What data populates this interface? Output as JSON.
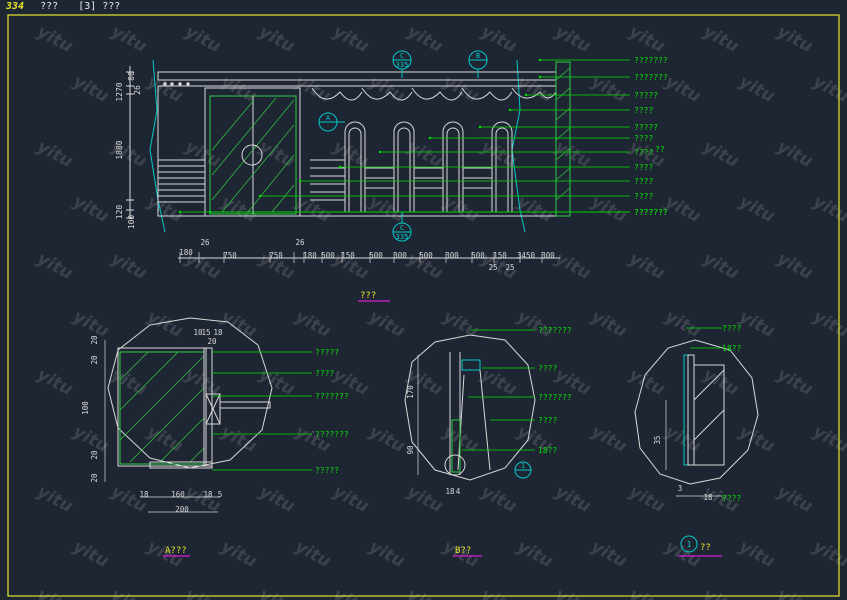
{
  "header": {
    "sheet_number": "334",
    "title": "???",
    "layout_tab": "[3] ???"
  },
  "watermark": "yitu",
  "colors": {
    "background": "#1f2633",
    "frame": "#e6e62a",
    "leader": "#00e000",
    "geometry": "#d8d8d8",
    "hatch": "#2ecc40",
    "dimension": "#00c8c8",
    "title_underline": "#d21dd2"
  },
  "elevation": {
    "leader_labels": [
      "???????",
      "???????",
      "?????",
      "????",
      "?????",
      "????",
      "????",
      "????",
      "????",
      "????",
      "???????",
      "???????"
    ],
    "extra_label": "??",
    "sections": {
      "top_c_letter": "C",
      "top_c_number": "335",
      "top_b_letter": "B",
      "mid_a_letter": "A",
      "bottom_c_letter": "C",
      "bottom_c_number": "335"
    },
    "left_dims": [
      "80",
      "1270",
      "26",
      "1880",
      "120",
      "100"
    ],
    "bottom_dims_row1": [
      "180",
      "26",
      "750",
      "750",
      "26",
      "180",
      "500",
      "150",
      "500",
      "300",
      "500",
      "300",
      "500",
      "150",
      "3450",
      "300"
    ],
    "bottom_dims_row2": [
      "25",
      "25"
    ],
    "title": "???"
  },
  "detail_a": {
    "labels": [
      "?????",
      "????",
      "???????",
      "???????",
      "?????"
    ],
    "top_dims": [
      "10",
      "15",
      "18",
      "20"
    ],
    "left_dims": [
      "20",
      "20",
      "100",
      "20",
      "20"
    ],
    "bottom_dims": [
      "18",
      "160",
      "18",
      "5",
      "200"
    ],
    "title": "A???"
  },
  "detail_b": {
    "labels": [
      "???????",
      "????",
      "???????",
      "????",
      "18??"
    ],
    "left_dims": [
      "170",
      "90"
    ],
    "bottom_dims": [
      "18",
      "4"
    ],
    "section_ref": "1",
    "title": "B??"
  },
  "detail_1": {
    "labels": [
      "????",
      "18??",
      "????"
    ],
    "left_dims": [
      "35"
    ],
    "bottom_dims": [
      "3",
      "18"
    ],
    "marker": "1",
    "title": "??"
  }
}
